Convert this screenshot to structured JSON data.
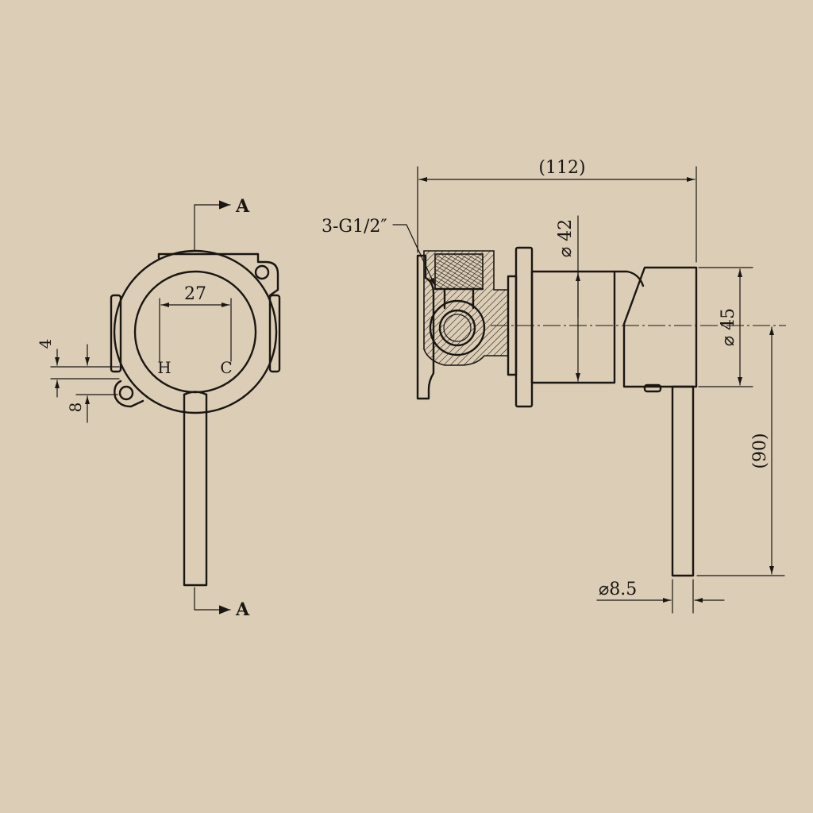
{
  "colors": {
    "paper": "#dccdb6",
    "ink": "#1a1612"
  },
  "front_view": {
    "section_marker_top": "A",
    "section_marker_bottom": "A",
    "dim_width": "27",
    "label_hot": "H",
    "label_cold": "C",
    "dim_small_top": "4",
    "dim_small_bottom": "8"
  },
  "side_view": {
    "dim_length": "(112)",
    "thread_callout": "3-G1/2″",
    "dim_body_diameter": "⌀ 42",
    "dim_handle_diameter": "⌀ 45",
    "dim_lever_length": "(90)",
    "dim_lever_diameter": "⌀8.5"
  }
}
